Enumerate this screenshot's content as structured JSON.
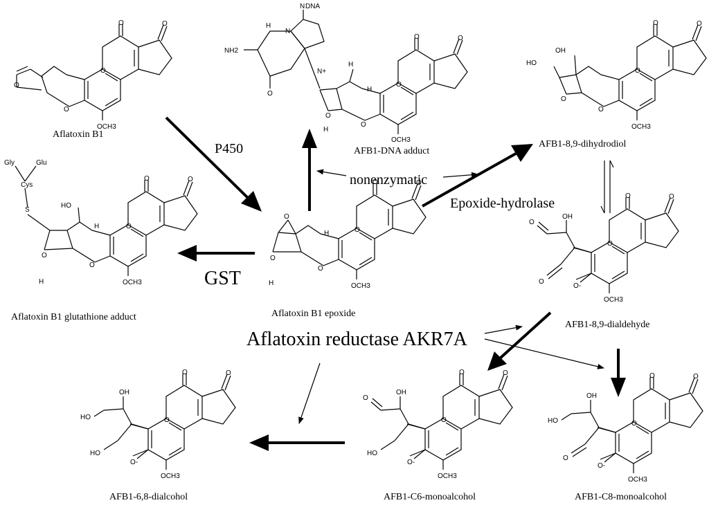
{
  "compounds": {
    "aflatoxin_b1": "Aflatoxin B1",
    "dna_adduct": "AFB1-DNA adduct",
    "dihydrodiol": "AFB1-8,9-dihydrodiol",
    "glutathione_adduct": "Aflatoxin B1 glutathione adduct",
    "epoxide": "Aflatoxin B1 epoxide",
    "dialdehyde": "AFB1-8,9-dialdehyde",
    "dialcohol": "AFB1-6,8-dialcohol",
    "c6_monoalcohol": "AFB1-C6-monoalcohol",
    "c8_monoalcohol": "AFB1-C8-monoalcohol"
  },
  "enzymes": {
    "p450": "P450",
    "nonenzymatic": "nonenzymatic",
    "epoxide_hydrolase": "Epoxide-hydrolase",
    "gst": "GST",
    "reductase": "Aflatoxin reductase AKR7A"
  },
  "atoms": {
    "o": "O",
    "och3": "OCH3",
    "oh": "OH",
    "ho": "HO",
    "h": "H",
    "nh2": "NH2",
    "n": "N",
    "nh": "H",
    "np": "N+",
    "dna": "DNA",
    "gly": "Gly",
    "glu": "Glu",
    "cys": "Cys",
    "s": "S",
    "om": "O-"
  }
}
